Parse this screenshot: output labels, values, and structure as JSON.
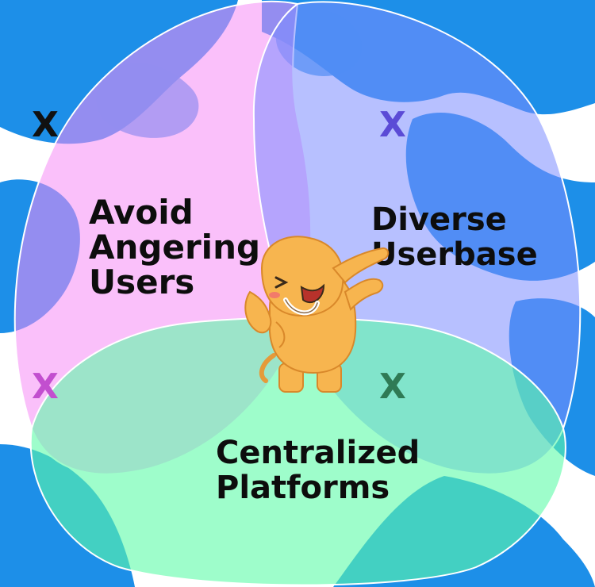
{
  "diagram": {
    "sets": [
      {
        "id": "avoid",
        "lines": [
          "Avoid",
          "Angering",
          "Users"
        ],
        "color": "#f58cf5"
      },
      {
        "id": "diverse",
        "lines": [
          "Diverse",
          "Userbase"
        ],
        "color": "#8d9bff"
      },
      {
        "id": "central",
        "lines": [
          "Centralized",
          "Platforms"
        ],
        "color": "#5dfca8"
      }
    ],
    "marks": {
      "top_left": {
        "text": "X",
        "color": "#111111"
      },
      "top_mid": {
        "text": "X",
        "color": "#5b4bd6"
      },
      "bottom_left": {
        "text": "X",
        "color": "#c24fcf"
      },
      "bottom_right": {
        "text": "X",
        "color": "#2f7a55"
      }
    },
    "background_color": "#1d8fe8",
    "mascot_icon": "mastodon-mascot-icon"
  }
}
